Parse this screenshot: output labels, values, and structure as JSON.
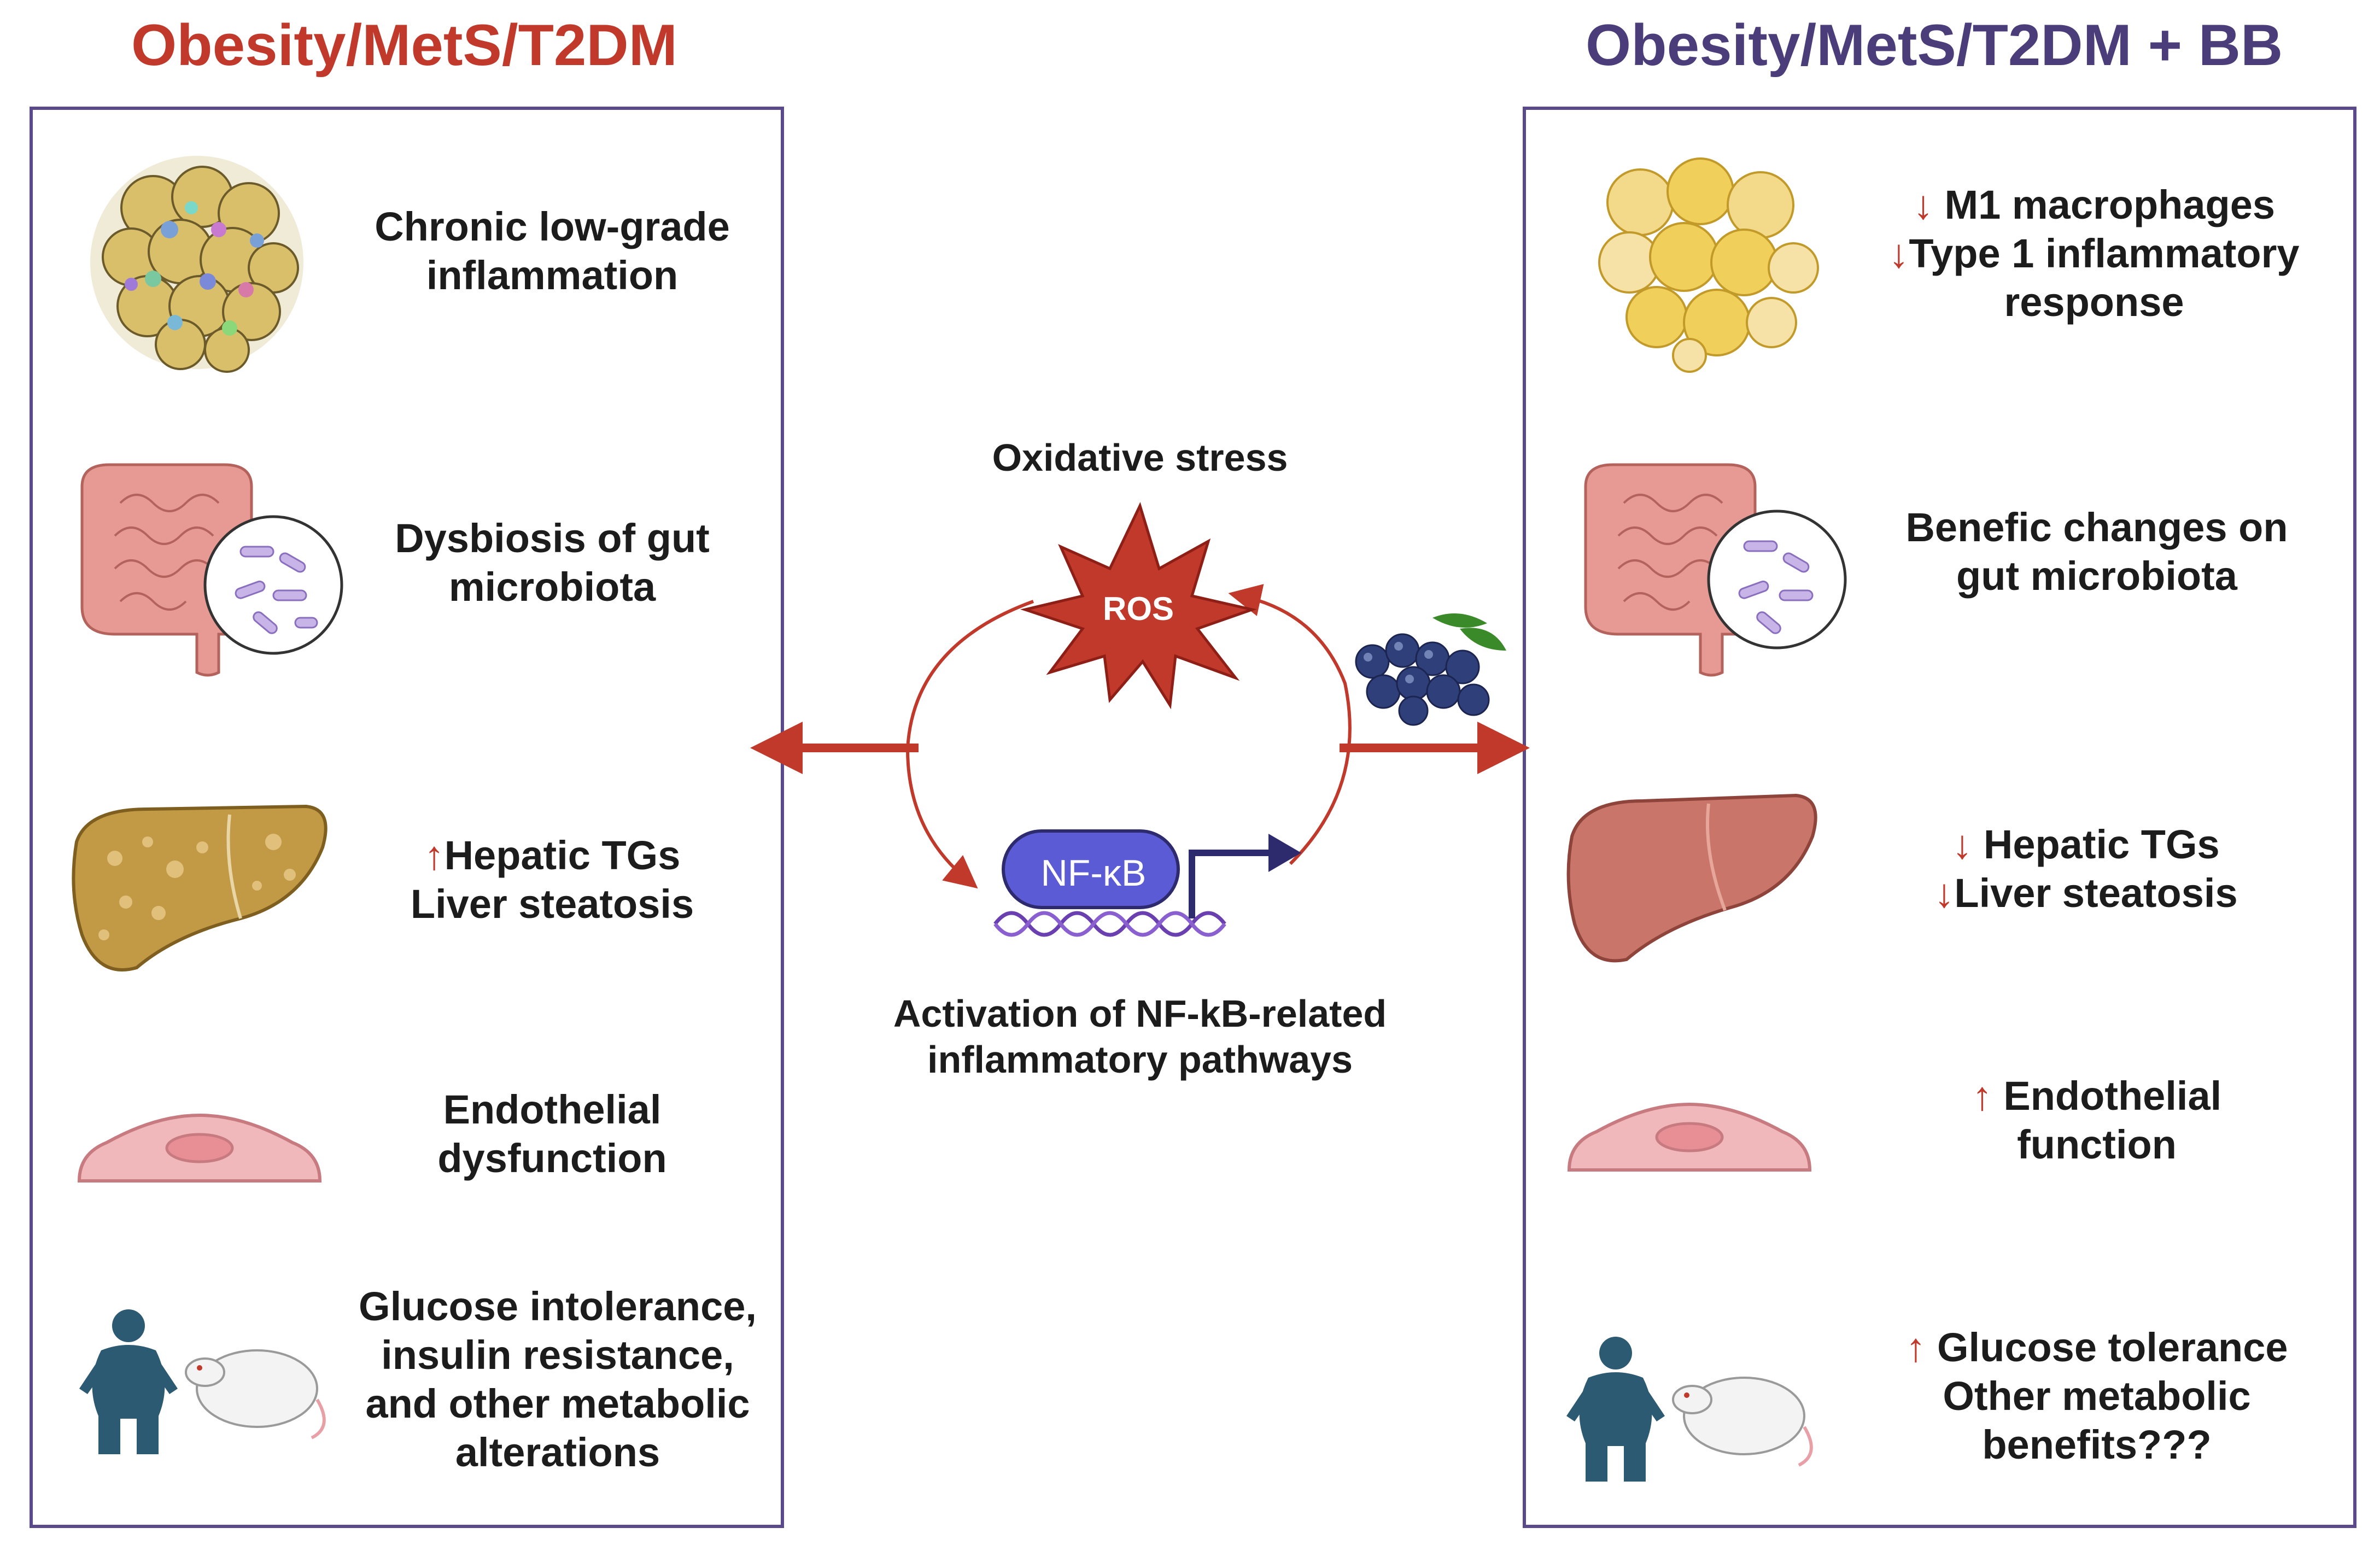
{
  "titles": {
    "left": "Obesity/MetS/T2DM",
    "right": "Obesity/MetS/T2DM  + BB"
  },
  "left_panel": {
    "items": [
      {
        "icon": "adipose-tissue-inflamed-icon",
        "lines": [
          "Chronic low-grade",
          "inflammation"
        ]
      },
      {
        "icon": "intestine-microbiota-icon",
        "lines": [
          "Dysbiosis of gut",
          "microbiota"
        ]
      },
      {
        "icon": "fatty-liver-icon",
        "marker": "↑",
        "lines": [
          "Hepatic TGs",
          "Liver steatosis"
        ]
      },
      {
        "icon": "endothelial-cell-icon",
        "lines": [
          "Endothelial",
          "dysfunction"
        ]
      },
      {
        "icon": "human-and-rat-icon",
        "lines": [
          "Glucose intolerance,",
          "insulin resistance,",
          "and other metabolic",
          "alterations"
        ]
      }
    ]
  },
  "center": {
    "top_label": "Oxidative stress",
    "ros_label": "ROS",
    "nfkb_label": "NF-κB",
    "bottom_label": [
      "Activation of NF-kB-related",
      "inflammatory pathways"
    ],
    "blueberry_icon": "blueberries-icon"
  },
  "right_panel": {
    "items": [
      {
        "icon": "adipose-tissue-healthy-icon",
        "lines": [
          {
            "marker": "↓",
            "text": "M1 macrophages"
          },
          {
            "marker": "↓",
            "text": "Type 1 inflammatory"
          },
          {
            "marker": "",
            "text": "response"
          }
        ]
      },
      {
        "icon": "intestine-microbiota-icon",
        "lines": [
          {
            "marker": "",
            "text": "Benefic changes on"
          },
          {
            "marker": "",
            "text": "gut microbiota"
          }
        ]
      },
      {
        "icon": "healthy-liver-icon",
        "lines": [
          {
            "marker": "↓",
            "text": "Hepatic TGs"
          },
          {
            "marker": "↓",
            "text": "Liver steatosis"
          }
        ]
      },
      {
        "icon": "endothelial-cell-icon",
        "lines": [
          {
            "marker": "↑",
            "text": "Endothelial"
          },
          {
            "marker": "",
            "text": "function"
          }
        ]
      },
      {
        "icon": "human-and-rat-icon",
        "lines": [
          {
            "marker": "↑",
            "text": "Glucose tolerance"
          },
          {
            "marker": "",
            "text": "Other metabolic"
          },
          {
            "marker": "",
            "text": "benefits???"
          }
        ]
      }
    ]
  },
  "colors": {
    "left_title": "#c0392b",
    "right_title": "#4b3c7a",
    "panel_border": "#5b4a8b",
    "arrow": "#c0392b",
    "ros": "#c0392b",
    "nfkb": "#5b5bd6"
  }
}
